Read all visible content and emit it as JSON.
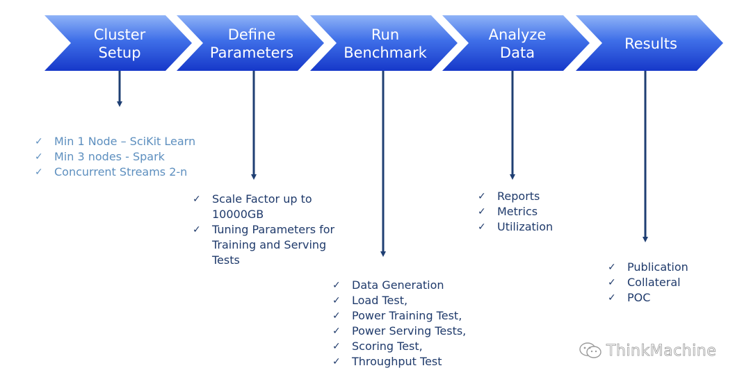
{
  "stages": [
    {
      "id": "cluster",
      "lines": [
        "Cluster",
        "Setup"
      ]
    },
    {
      "id": "define",
      "lines": [
        "Define",
        "Parameters"
      ]
    },
    {
      "id": "run",
      "lines": [
        "Run",
        "Benchmark"
      ]
    },
    {
      "id": "analyze",
      "lines": [
        "Analyze",
        "Data"
      ]
    },
    {
      "id": "results",
      "lines": [
        "Results"
      ]
    }
  ],
  "lists": {
    "cluster": [
      "Min 1 Node – SciKit Learn",
      "Min 3 nodes - Spark",
      "Concurrent Streams 2-n"
    ],
    "define": [
      "Scale Factor up to 10000GB",
      "Tuning Parameters for Training and Serving Tests"
    ],
    "run": [
      "Data Generation",
      "Load Test,",
      "Power Training Test,",
      "Power Serving Tests,",
      "Scoring Test,",
      "Throughput Test"
    ],
    "analyze": [
      "Reports",
      "Metrics",
      "Utilization"
    ],
    "results": [
      "Publication",
      "Collateral",
      "POC"
    ]
  },
  "check_mark": "✓",
  "watermark": "ThinkMachine",
  "colors": {
    "chevron_top": "#8fb3f7",
    "chevron_mid": "#3f6fe8",
    "chevron_bottom": "#1638c9",
    "connector": "#1f3f73",
    "list_light": "#5d8fbf",
    "list_dark": "#1f3a6b"
  },
  "icons": {
    "watermark": "wechat-icon",
    "bullet": "checkmark-icon"
  }
}
